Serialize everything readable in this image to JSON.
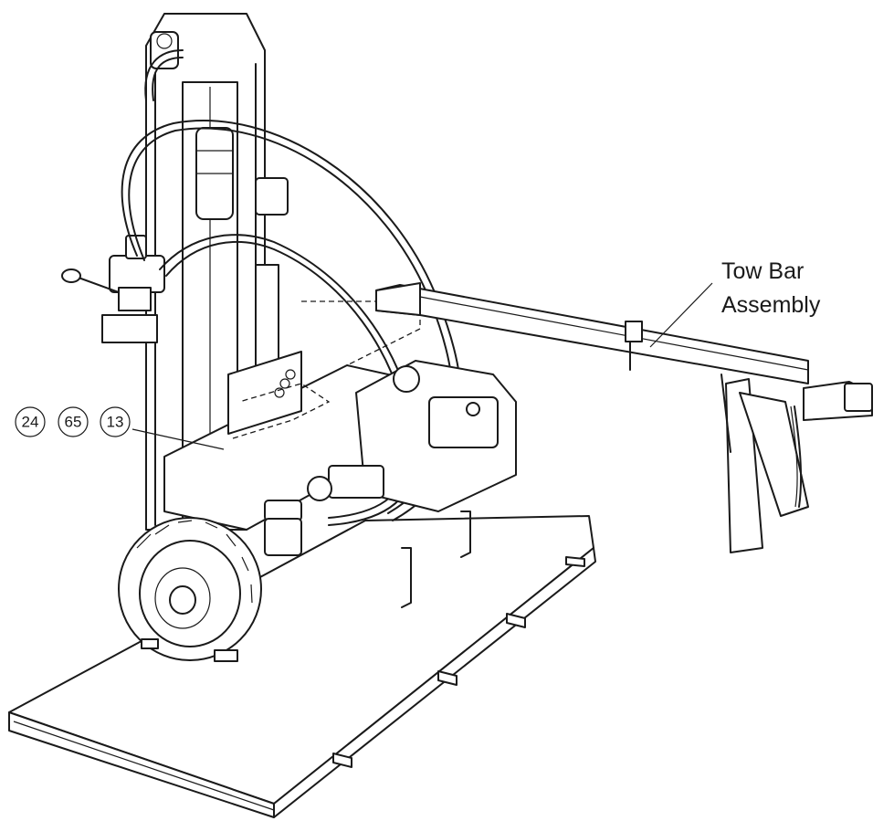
{
  "callouts": {
    "tow_bar_line1": "Tow Bar",
    "tow_bar_line2": "Assembly",
    "part_numbers": [
      "24",
      "65",
      "13"
    ]
  },
  "colors": {
    "ink": "#1a1a1a",
    "paper": "#ffffff"
  }
}
